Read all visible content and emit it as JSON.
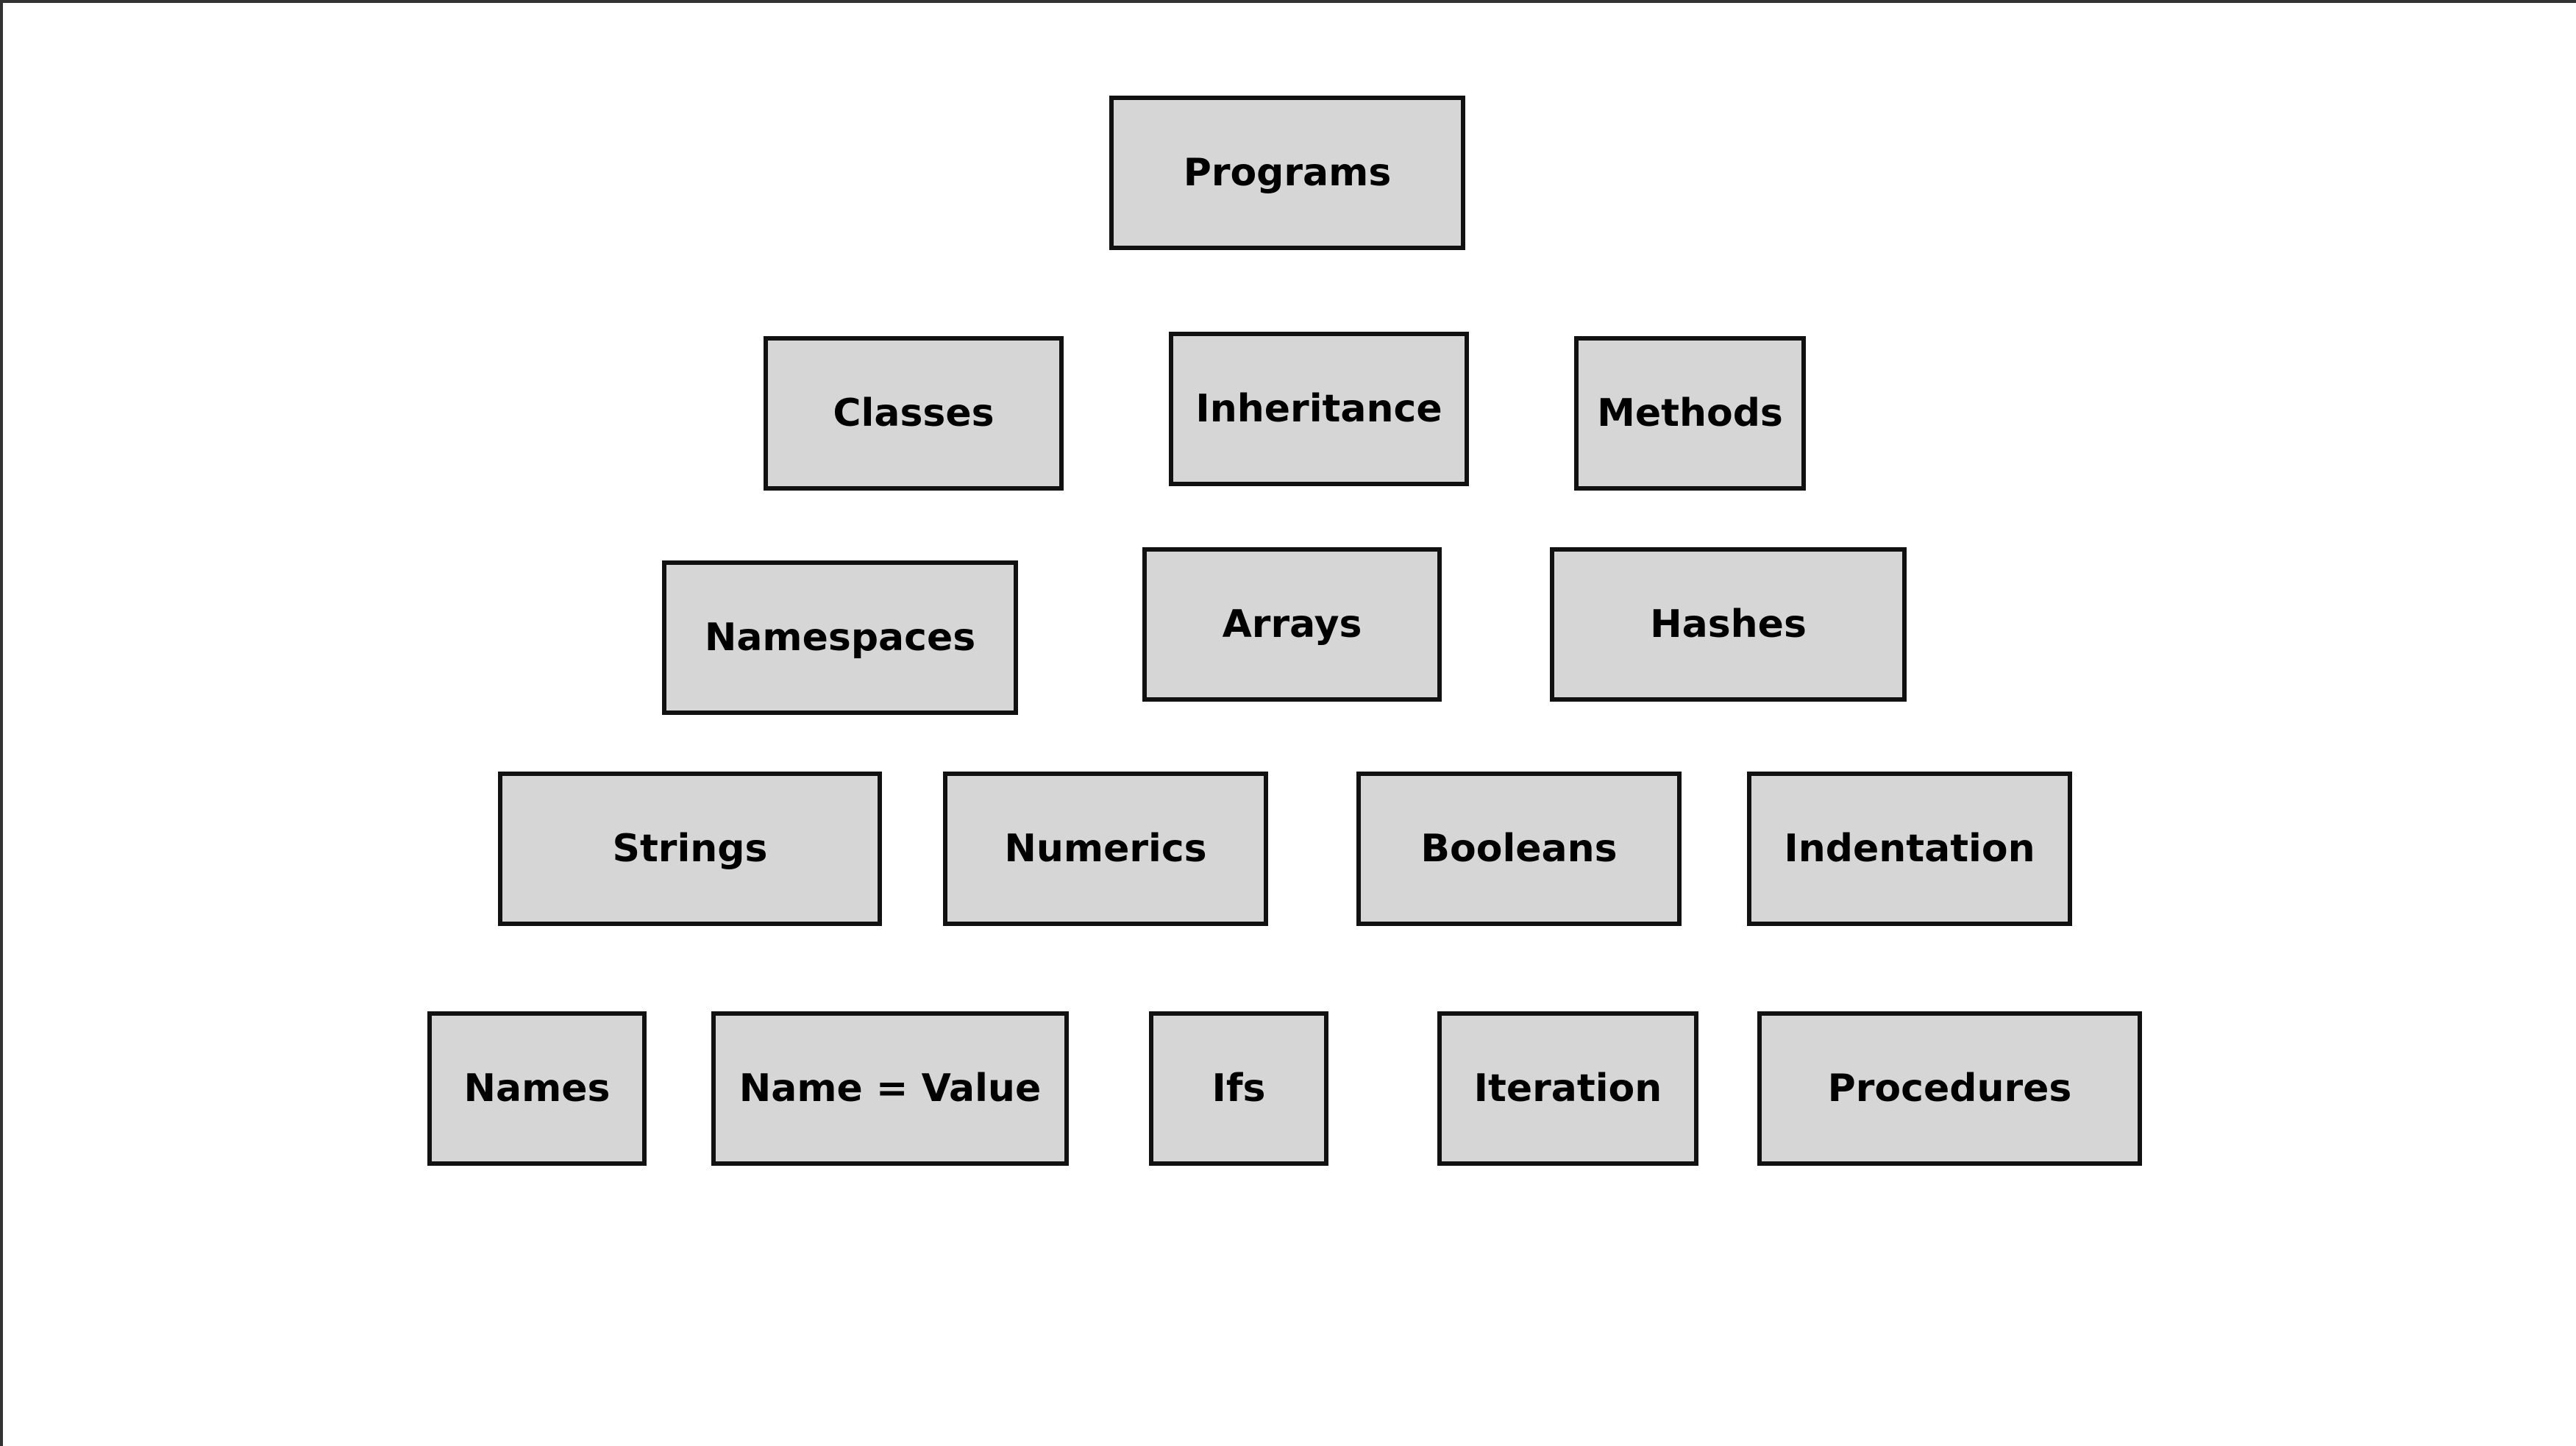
{
  "colors": {
    "box_fill": "#d6d6d6",
    "box_border": "#111111",
    "text": "#000000",
    "background": "#ffffff"
  },
  "diagram": {
    "levels": [
      {
        "items": [
          {
            "label": "Programs"
          }
        ]
      },
      {
        "items": [
          {
            "label": "Classes"
          },
          {
            "label": "Inheritance"
          },
          {
            "label": "Methods"
          }
        ]
      },
      {
        "items": [
          {
            "label": "Namespaces"
          },
          {
            "label": "Arrays"
          },
          {
            "label": "Hashes"
          }
        ]
      },
      {
        "items": [
          {
            "label": "Strings"
          },
          {
            "label": "Numerics"
          },
          {
            "label": "Booleans"
          },
          {
            "label": "Indentation"
          }
        ]
      },
      {
        "items": [
          {
            "label": "Names"
          },
          {
            "label": "Name = Value"
          },
          {
            "label": "Ifs"
          },
          {
            "label": "Iteration"
          },
          {
            "label": "Procedures"
          }
        ]
      }
    ]
  }
}
